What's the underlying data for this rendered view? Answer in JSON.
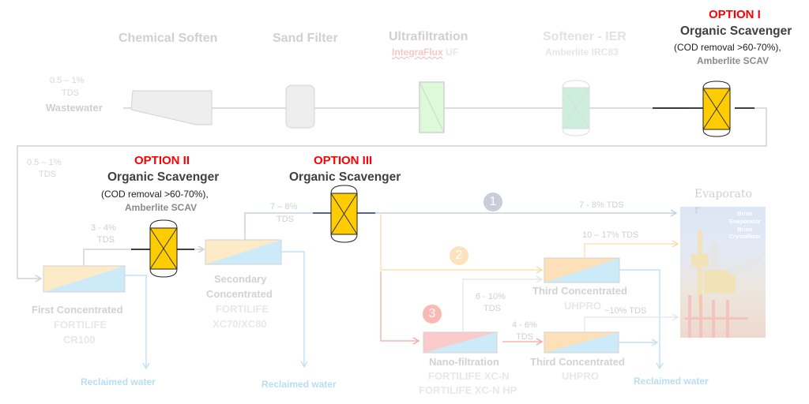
{
  "top_row": {
    "stages": [
      {
        "title": "Chemical Soften",
        "product": ""
      },
      {
        "title": "Sand Filter",
        "product": ""
      },
      {
        "title": "Ultrafiltration",
        "product_brand": "IntegraFlux",
        "product_suffix": " UF"
      },
      {
        "title": "Softener - IER",
        "product": "Amberlite IRC83"
      }
    ],
    "feed": {
      "tds_range": "0.5 – 1%",
      "tds_unit": "TDS",
      "label": "Wastewater"
    },
    "option_1": {
      "option": "OPTION I",
      "title": "Organic Scavenger",
      "note": "(COD removal >60-70%),",
      "product": "Amberlite SCAV"
    }
  },
  "middle_row": {
    "feed_tds": {
      "range": "0.5 – 1%",
      "unit": "TDS"
    },
    "option_2": {
      "option": "OPTION II",
      "title": "Organic Scavenger",
      "note": "(COD removal >60-70%),",
      "product": "Amberlite SCAV"
    },
    "option_3": {
      "option": "OPTION III",
      "title": "Organic Scavenger"
    },
    "first_stage": {
      "tds_range": "3 - 4%",
      "tds_unit": "TDS",
      "title": "First Concentrated",
      "product_line1": "FORTILIFE",
      "product_line2": "CR100"
    },
    "second_stage": {
      "tds_range": "7 – 8%",
      "tds_unit": "TDS",
      "title_line1": "Secondary",
      "title_line2": "Concentrated",
      "product_line1": "FORTILIFE",
      "product_line2": "XC70/XC80"
    },
    "reclaimed_water": "Reclaimed water"
  },
  "routes": {
    "route_1": {
      "number": "1",
      "tds": "7 - 8%  TDS"
    },
    "route_2": {
      "number": "2",
      "tds": "10 – 17%  TDS"
    },
    "route_3": {
      "number": "3"
    },
    "third_stage_top": {
      "title": "Third Concentrated",
      "product": "UHPRO"
    },
    "nano": {
      "tds_range": "6 - 10%",
      "tds_unit": "TDS",
      "title": "Nano-filtration",
      "product_line1": "FORTILIFE XC-N",
      "product_line2": "FORTILIFE XC-N HP"
    },
    "nano_to_third": {
      "tds_range": "4 - 6%",
      "tds_unit": "TDS"
    },
    "third_stage_bottom": {
      "title": "Third Concentrated",
      "product": "UHPRO",
      "tds": "~10% TDS"
    },
    "reclaimed_water": "Reclaimed water"
  },
  "evaporator": {
    "title_line1": "Evaporato",
    "title_line2": "r",
    "photo_caption": [
      "Brine",
      "Evaporator",
      "Brine",
      "Crystallizer"
    ]
  },
  "colors": {
    "option_red": "#ff0000",
    "scavenger_yellow": "#ffcc00",
    "faded_gray": "#d0d0d0",
    "membrane_feed": "#fdebc8",
    "membrane_permeate": "#cdeaf8",
    "nano_feed": "#fbcaca",
    "route_1": "#c8d0e2",
    "route_2": "#fde0b3",
    "route_3": "#f8b5b0",
    "reclaim_blue": "#b9ddf3"
  }
}
